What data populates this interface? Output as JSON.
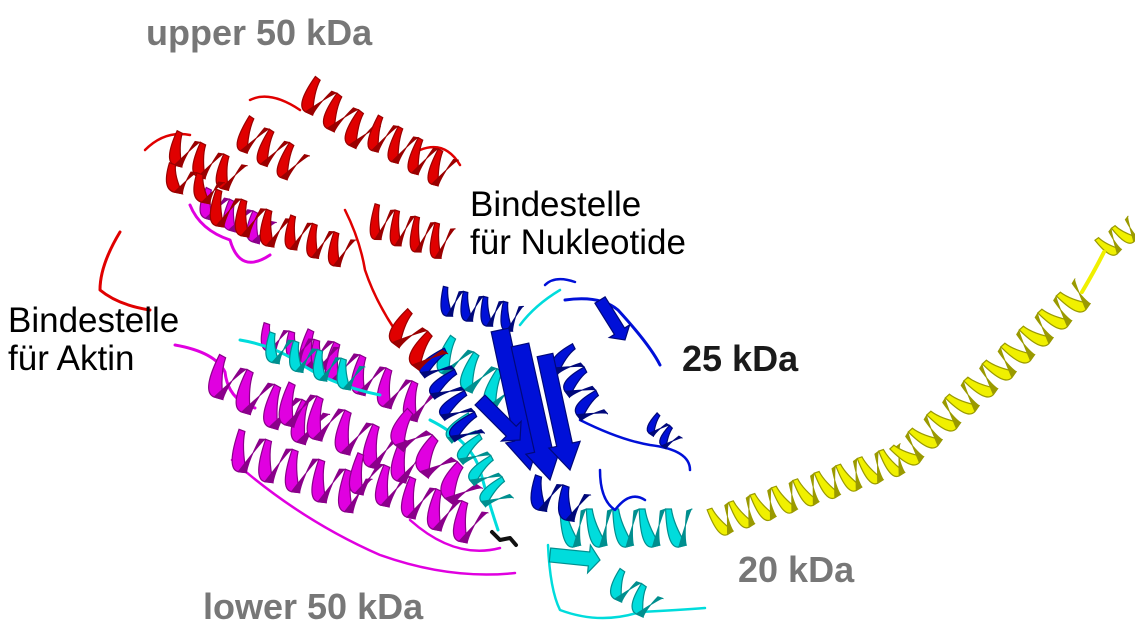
{
  "figure": {
    "labels": {
      "upper": "upper 50 kDa",
      "nucleotide_line1": "Bindestelle",
      "nucleotide_line2": "für Nukleotide",
      "actin_line1": "Bindestelle",
      "actin_line2": "für Aktin",
      "kda25": "25 kDa",
      "kda20": "20 kDa",
      "lower": "lower 50 kDa"
    },
    "colors": {
      "upper_50_kda": "#e00000",
      "upper_50_kda_dark": "#9a0000",
      "lower_50_kda": "#e000e0",
      "lower_50_kda_dark": "#8a008a",
      "domain_25_kda": "#0010d8",
      "domain_25_kda_dark": "#00087a",
      "domain_20_kda": "#00dcdc",
      "domain_20_kda_dark": "#008f8f",
      "lever_arm": "#f0f000",
      "lever_arm_dark": "#9a9a00"
    }
  }
}
